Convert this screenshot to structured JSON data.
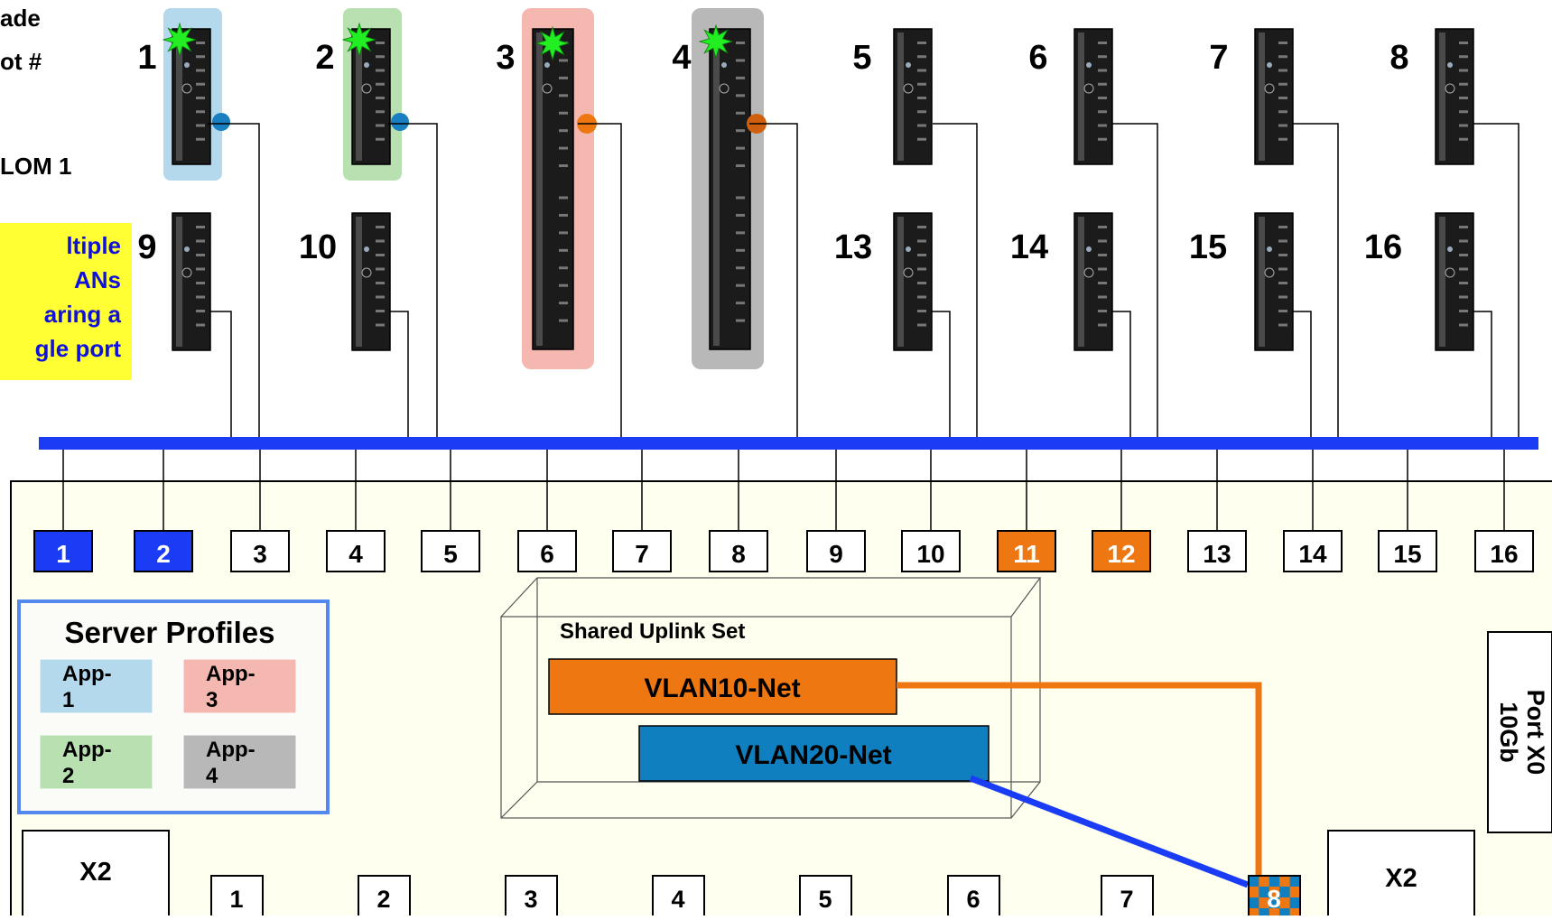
{
  "labels": {
    "blade_slot_line1": "ade",
    "blade_slot_line2": "ot #",
    "lom": "LOM 1",
    "note_lines": [
      "ltiple",
      "ANs",
      "aring a",
      "gle port"
    ]
  },
  "blade_slots_top": [
    "1",
    "2",
    "3",
    "4",
    "5",
    "6",
    "7",
    "8"
  ],
  "blade_slots_bottom": [
    "9",
    "10",
    "13",
    "14",
    "15",
    "16"
  ],
  "downlink_ports": [
    "1",
    "2",
    "3",
    "4",
    "5",
    "6",
    "7",
    "8",
    "9",
    "10",
    "11",
    "12",
    "13",
    "14",
    "15",
    "16"
  ],
  "uplink_ports": [
    "1",
    "2",
    "3",
    "4",
    "5",
    "6",
    "7",
    "8"
  ],
  "x2_label": "X2",
  "port_x0": {
    "line1": "Port X0",
    "line2": "10Gb"
  },
  "server_profiles": {
    "title": "Server Profiles",
    "items": [
      {
        "line1": "App-",
        "line2": "1"
      },
      {
        "line1": "App-",
        "line2": "3"
      },
      {
        "line1": "App-",
        "line2": "2"
      },
      {
        "line1": "App-",
        "line2": "4"
      }
    ]
  },
  "shared_uplink_set": {
    "title": "Shared Uplink Set",
    "networks": [
      "VLAN10-Net",
      "VLAN20-Net"
    ]
  },
  "colors": {
    "bus_blue": "#1a3cf5",
    "orange": "#ee7711",
    "vlan20_teal": "#0f7fbf",
    "chassis_bg": "#fffff0",
    "app1": "#b4d8ec",
    "app2": "#b8e0b0",
    "app3": "#f4b8b0",
    "app4": "#b8b8b8",
    "note_yellow": "#ffff33",
    "indicator_green": "#22ee22"
  }
}
